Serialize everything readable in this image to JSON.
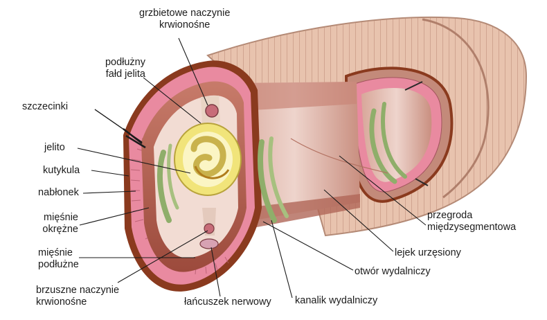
{
  "labels": {
    "grzbietowe": [
      "grzbietowe naczynie",
      "krwionośne"
    ],
    "podluzny_fald": [
      "podłużny",
      "fałd jelita"
    ],
    "szczecinki": "szczecinki",
    "jelito": "jelito",
    "kutykula": "kutykula",
    "nablonek": "nabłonek",
    "miesnie_okrezne": [
      "mięśnie",
      "okrężne"
    ],
    "miesnie_podluzne": [
      "mięśnie",
      "podłużne"
    ],
    "brzuszne": [
      "brzuszne naczynie",
      "krwionośne"
    ],
    "lancuszek": "łańcuszek nerwowy",
    "kanalik": "kanalik wydalniczy",
    "otwor": "otwór wydalniczy",
    "lejek": "lejek urzęsiony",
    "przegroda": [
      "przegroda",
      "międzysegmentowa"
    ]
  },
  "colors": {
    "body_outer": "#e9c9b6",
    "cuticle": "#8a3a1e",
    "epidermis": "#e98aa0",
    "circular_muscle": "#b85a4a",
    "cavity": "#e7c8bf",
    "gut_wall": "#f1e47a",
    "nephridium": "#8fae6a",
    "vessel": "#c76c78",
    "leader_line": "#1a1a1a"
  }
}
